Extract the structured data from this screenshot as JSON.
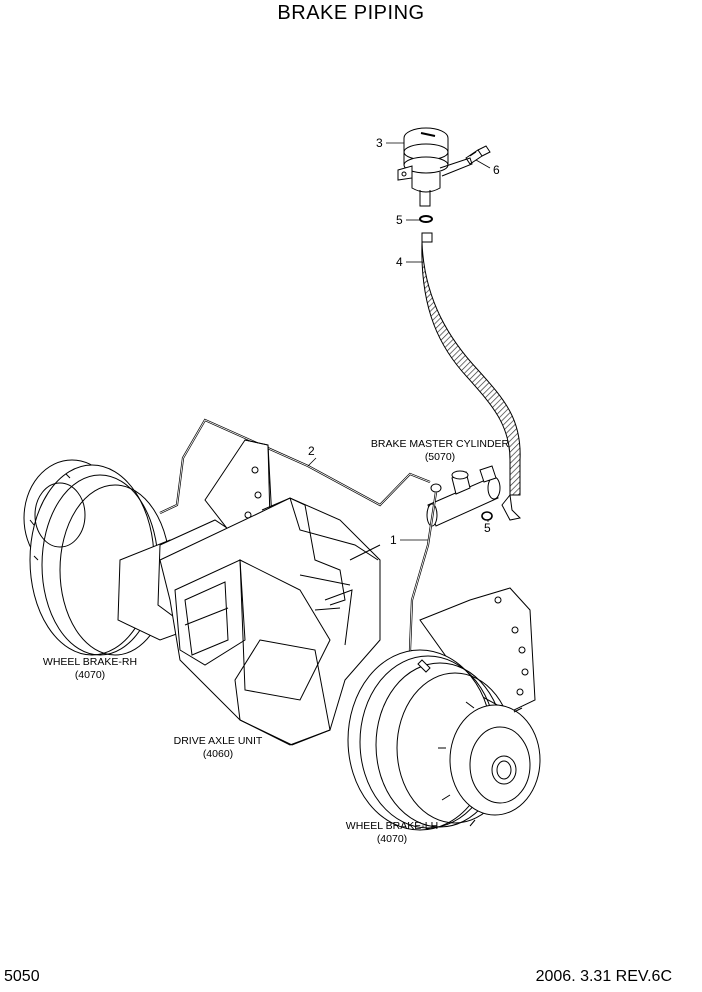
{
  "title": "BRAKE PIPING",
  "page_number": "5050",
  "revision": "2006. 3.31 REV.6C",
  "callouts": {
    "c1": "1",
    "c2": "2",
    "c3": "3",
    "c4": "4",
    "c5a": "5",
    "c5b": "5",
    "c6": "6"
  },
  "labels": {
    "master_cylinder": {
      "name": "BRAKE MASTER CYLINDER",
      "ref": "(5070)"
    },
    "wheel_brake_rh": {
      "name": "WHEEL BRAKE-RH",
      "ref": "(4070)"
    },
    "drive_axle": {
      "name": "DRIVE AXLE UNIT",
      "ref": "(4060)"
    },
    "wheel_brake_lh": {
      "name": "WHEEL BRAKE-LH",
      "ref": "(4070)"
    }
  }
}
